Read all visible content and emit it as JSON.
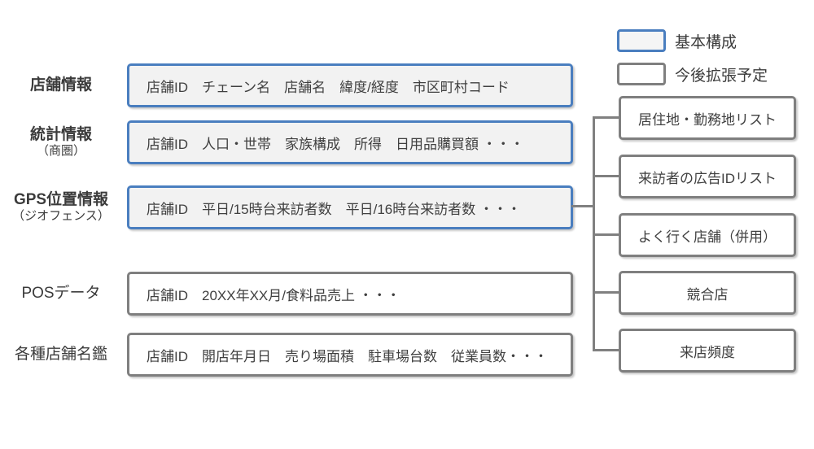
{
  "colors": {
    "accent_blue": "#4A7EBF",
    "border_gray": "#7F7F7F",
    "basic_box_fill": "#F2F2F2",
    "connector_gray": "#808080",
    "text": "#404040"
  },
  "legend": {
    "items": [
      {
        "label": "基本構成",
        "type": "basic"
      },
      {
        "label": "今後拡張予定",
        "type": "future"
      }
    ]
  },
  "rows": [
    {
      "label": "店舗情報",
      "sublabel": "",
      "type": "basic",
      "fields": "店舗ID　チェーン名　店舗名　緯度/経度　市区町村コード"
    },
    {
      "label": "統計情報",
      "sublabel": "（商圏）",
      "type": "basic",
      "fields": "店舗ID　人口・世帯　家族構成　所得　日用品購買額 ・・・"
    },
    {
      "label": "GPS位置情報",
      "sublabel": "（ジオフェンス）",
      "type": "basic",
      "fields": "店舗ID　平日/15時台来訪者数　平日/16時台来訪者数 ・・・"
    },
    {
      "label": "POSデータ",
      "sublabel": "",
      "type": "future",
      "fields": "店舗ID　20XX年XX月/食料品売上 ・・・"
    },
    {
      "label": "各種店舗名鑑",
      "sublabel": "",
      "type": "future",
      "fields": "店舗ID　開店年月日　売り場面積　駐車場台数　従業員数・・・"
    }
  ],
  "expansion_boxes": [
    {
      "label": "居住地・勤務地リスト"
    },
    {
      "label": "来訪者の広告IDリスト"
    },
    {
      "label": "よく行く店舗（併用）"
    },
    {
      "label": "競合店"
    },
    {
      "label": "来店頻度"
    }
  ]
}
